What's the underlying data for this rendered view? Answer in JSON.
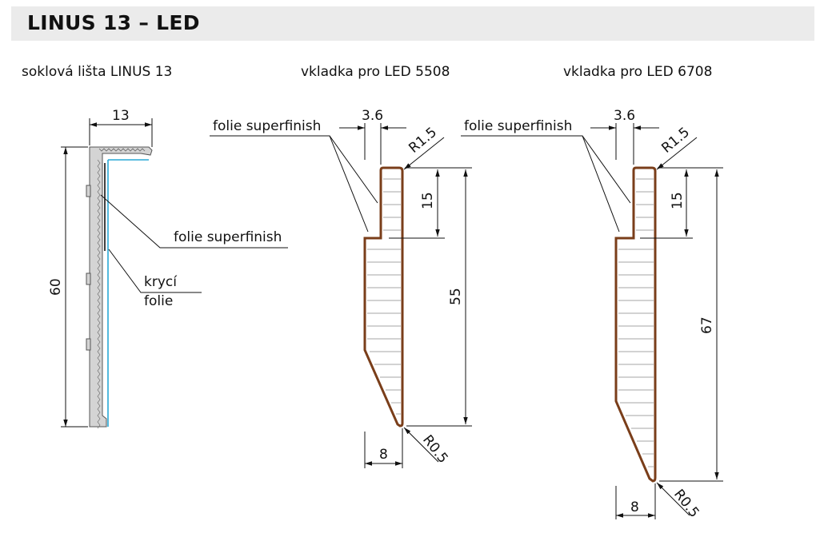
{
  "title": "LINUS 13 – LED",
  "captions": {
    "profile": "soklová lišta LINUS 13",
    "insert_5508": "vkladka pro LED 5508",
    "insert_6708": "vkladka pro LED 6708"
  },
  "profile": {
    "dim_width": "13",
    "dim_height": "60",
    "label_folie": "folie superfinish",
    "label_kryci_1": "krycí",
    "label_kryci_2": "folie"
  },
  "insert_5508": {
    "label_folie": "folie superfinish",
    "dim_top": "3.6",
    "dim_radius_top": "R1.5",
    "dim_step": "15",
    "dim_height": "55",
    "dim_bottom": "8",
    "dim_radius_bottom": "R0.5"
  },
  "insert_6708": {
    "label_folie": "folie superfinish",
    "dim_top": "3.6",
    "dim_radius_top": "R1.5",
    "dim_step": "15",
    "dim_height": "67",
    "dim_bottom": "8",
    "dim_radius_bottom": "R0.5"
  },
  "colors": {
    "title_bg": "#ebebeb",
    "profile_fill": "#d4d4d4",
    "insert_outline": "#7a3e1a",
    "cover_foil": "#29a8d6",
    "line": "#111111"
  }
}
